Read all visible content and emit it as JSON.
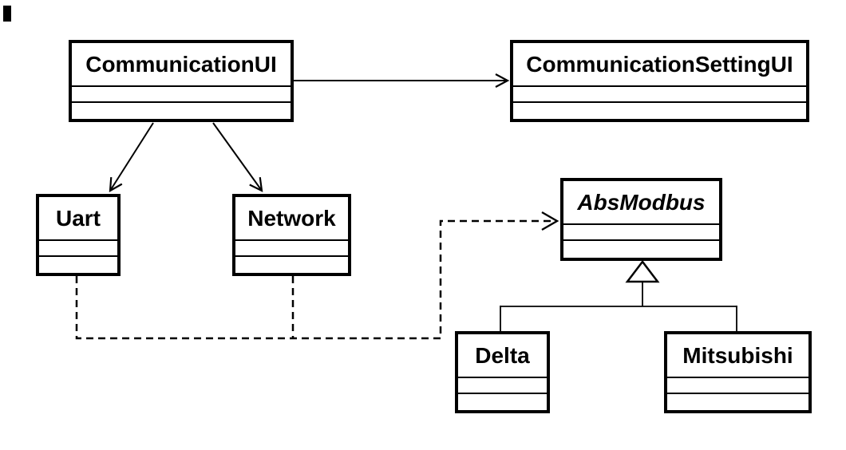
{
  "diagram_type": "uml-class-diagram",
  "colors": {
    "background": "#ffffff",
    "stroke": "#000000",
    "box_fill": "#ffffff",
    "text": "#000000"
  },
  "classes": {
    "communication_ui": {
      "name": "CommunicationUI",
      "abstract": false,
      "attributes": [],
      "operations": []
    },
    "communication_setting_ui": {
      "name": "CommunicationSettingUI",
      "abstract": false,
      "attributes": [],
      "operations": []
    },
    "uart": {
      "name": "Uart",
      "abstract": false,
      "attributes": [],
      "operations": []
    },
    "network": {
      "name": "Network",
      "abstract": false,
      "attributes": [],
      "operations": []
    },
    "abs_modbus": {
      "name": "AbsModbus",
      "abstract": true,
      "attributes": [],
      "operations": []
    },
    "delta": {
      "name": "Delta",
      "abstract": false,
      "attributes": [],
      "operations": []
    },
    "mitsubishi": {
      "name": "Mitsubishi",
      "abstract": false,
      "attributes": [],
      "operations": []
    }
  },
  "relationships": [
    {
      "from": "CommunicationUI",
      "to": "CommunicationSettingUI",
      "type": "directed-association",
      "line_style": "solid",
      "arrowhead": "open"
    },
    {
      "from": "CommunicationUI",
      "to": "Uart",
      "type": "directed-association",
      "line_style": "solid",
      "arrowhead": "open"
    },
    {
      "from": "CommunicationUI",
      "to": "Network",
      "type": "directed-association",
      "line_style": "solid",
      "arrowhead": "open"
    },
    {
      "from": "Uart",
      "to": "AbsModbus",
      "type": "dependency",
      "line_style": "dashed",
      "arrowhead": "open"
    },
    {
      "from": "Network",
      "to": "AbsModbus",
      "type": "dependency",
      "line_style": "dashed",
      "arrowhead": "open"
    },
    {
      "from": "Delta",
      "to": "AbsModbus",
      "type": "generalization",
      "line_style": "solid",
      "arrowhead": "hollow-triangle"
    },
    {
      "from": "Mitsubishi",
      "to": "AbsModbus",
      "type": "generalization",
      "line_style": "solid",
      "arrowhead": "hollow-triangle"
    }
  ]
}
